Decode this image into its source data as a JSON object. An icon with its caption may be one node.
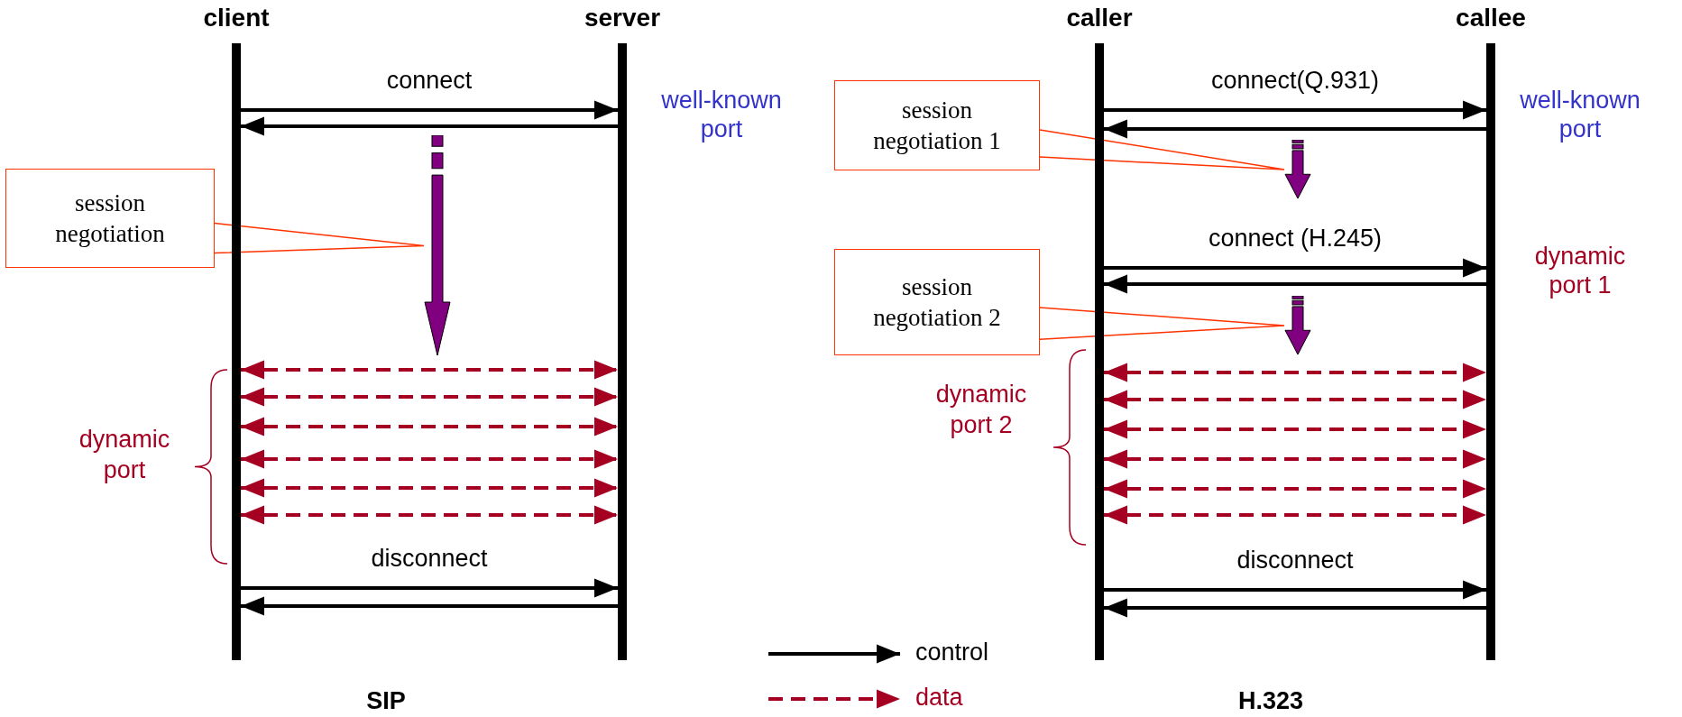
{
  "diagram": {
    "nodes": [
      {
        "text": [
          "client"
        ]
      },
      {
        "text": [
          "server"
        ],
        "beside": [
          "well-known port"
        ]
      },
      {
        "text": [
          "caller"
        ]
      },
      {
        "text": [
          "callee"
        ],
        "beside": [
          "well-known port",
          "dynamic port 1"
        ]
      },
      {
        "text": [
          "session negotiation"
        ]
      },
      {
        "text": [],
        "shape": "arrow"
      },
      {
        "text": [
          "session negotiation 1"
        ]
      },
      {
        "text": [],
        "shape": "arrow"
      },
      {
        "text": [
          "session negotiation 2"
        ]
      },
      {
        "text": [],
        "shape": "arrow"
      }
    ],
    "edges": [
      {
        "from": 0,
        "to": 1,
        "arrow": "to",
        "label": "connect",
        "color": "#000000"
      },
      {
        "from": 1,
        "to": 0,
        "arrow": "to",
        "color": "#000000"
      },
      {
        "from": 4,
        "to": 5,
        "arrow": "none",
        "color": "#ff3300"
      },
      {
        "from": 0,
        "to": 1,
        "arrow": "both",
        "style": "dashed",
        "color": "#a50021"
      },
      {
        "from": 0,
        "to": 1,
        "arrow": "both",
        "style": "dashed",
        "color": "#a50021"
      },
      {
        "from": 0,
        "to": 1,
        "arrow": "both",
        "style": "dashed",
        "color": "#a50021"
      },
      {
        "from": 0,
        "to": 1,
        "arrow": "both",
        "style": "dashed",
        "color": "#a50021"
      },
      {
        "from": 0,
        "to": 1,
        "arrow": "both",
        "style": "dashed",
        "color": "#a50021"
      },
      {
        "from": 0,
        "to": 1,
        "arrow": "both",
        "style": "dashed",
        "color": "#a50021"
      },
      {
        "from": 0,
        "to": 1,
        "arrow": "to",
        "label": "disconnect",
        "color": "#000000"
      },
      {
        "from": 1,
        "to": 0,
        "arrow": "to",
        "color": "#000000"
      },
      {
        "from": 2,
        "to": 3,
        "arrow": "to",
        "label": "connect(Q.931)",
        "color": "#000000"
      },
      {
        "from": 3,
        "to": 2,
        "arrow": "to",
        "color": "#000000"
      },
      {
        "from": 6,
        "to": 7,
        "arrow": "none",
        "color": "#ff3300"
      },
      {
        "from": 2,
        "to": 3,
        "arrow": "to",
        "label": "connect (H.245)",
        "color": "#000000"
      },
      {
        "from": 3,
        "to": 2,
        "arrow": "to",
        "color": "#000000"
      },
      {
        "from": 8,
        "to": 9,
        "arrow": "none",
        "color": "#ff3300"
      },
      {
        "from": 2,
        "to": 3,
        "arrow": "both",
        "style": "dashed",
        "color": "#a50021"
      },
      {
        "from": 2,
        "to": 3,
        "arrow": "both",
        "style": "dashed",
        "color": "#a50021"
      },
      {
        "from": 2,
        "to": 3,
        "arrow": "both",
        "style": "dashed",
        "color": "#a50021"
      },
      {
        "from": 2,
        "to": 3,
        "arrow": "both",
        "style": "dashed",
        "color": "#a50021"
      },
      {
        "from": 2,
        "to": 3,
        "arrow": "both",
        "style": "dashed",
        "color": "#a50021"
      },
      {
        "from": 2,
        "to": 3,
        "arrow": "both",
        "style": "dashed",
        "color": "#a50021"
      },
      {
        "from": 2,
        "to": 3,
        "arrow": "to",
        "label": "disconnect",
        "color": "#000000"
      },
      {
        "from": 3,
        "to": 2,
        "arrow": "to",
        "color": "#000000"
      }
    ],
    "labels": [
      "dynamic port",
      "dynamic port 2",
      "SIP",
      "H.323"
    ],
    "legend": [
      {
        "text": "control"
      },
      {
        "text": "data"
      }
    ]
  }
}
